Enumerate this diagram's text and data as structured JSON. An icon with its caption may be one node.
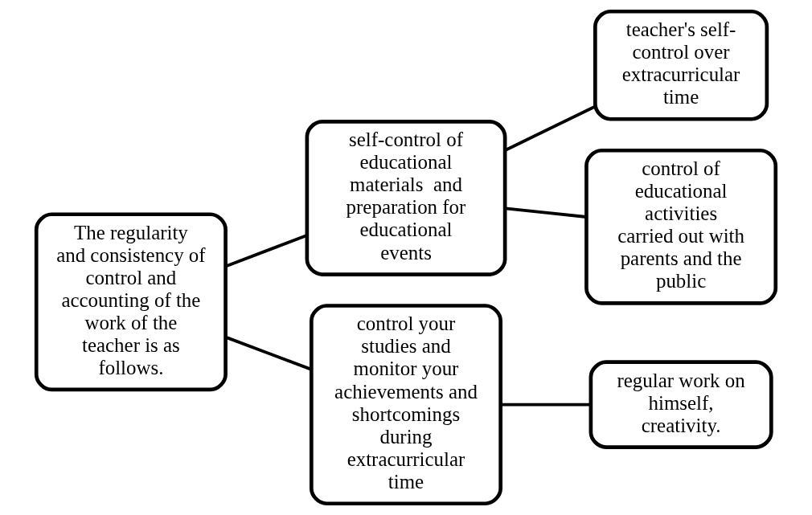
{
  "diagram": {
    "nodes": [
      {
        "text": [
          "The regularity  and consistency of control and accounting of the work of the teacher is as follows."
        ]
      },
      {
        "text": [
          "self-control of educational materials  and preparation for educational events"
        ]
      },
      {
        "text": [
          "control your studies and monitor your achievements and shortcomings during extracurricular time"
        ]
      },
      {
        "text": [
          "teacher's self-control over extracurricular time"
        ]
      },
      {
        "text": [
          "control of educational activities  carried out with parents and the public"
        ]
      },
      {
        "text": [
          "regular work on himself, creativity."
        ]
      }
    ],
    "edges": [
      {
        "from": 0,
        "to": 1,
        "arrow": "none"
      },
      {
        "from": 0,
        "to": 2,
        "arrow": "none"
      },
      {
        "from": 1,
        "to": 3,
        "arrow": "none"
      },
      {
        "from": 1,
        "to": 4,
        "arrow": "none"
      },
      {
        "from": 2,
        "to": 5,
        "arrow": "none"
      }
    ]
  }
}
